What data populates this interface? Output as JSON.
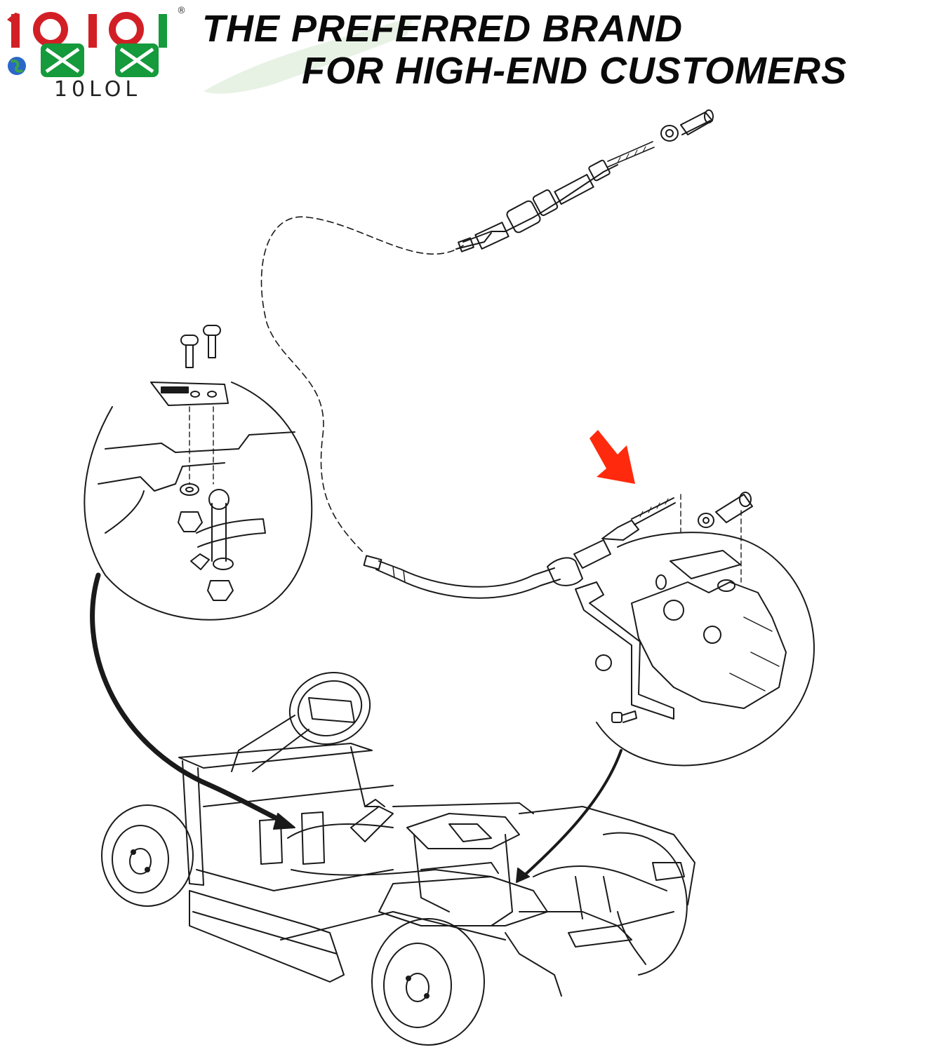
{
  "brand": {
    "logo_text": "10LOL",
    "registered_mark": "®",
    "colors": {
      "red": "#d21f26",
      "green": "#159a3c",
      "black": "#0a0a0a",
      "arrow": "#ff2a0d"
    }
  },
  "header": {
    "tagline_line1": "THE PREFERRED BRAND",
    "tagline_line2": "FOR HIGH-END CUSTOMERS"
  },
  "diagram": {
    "icons": [
      "red-pointer-arrow-icon",
      "globe-icon"
    ]
  }
}
